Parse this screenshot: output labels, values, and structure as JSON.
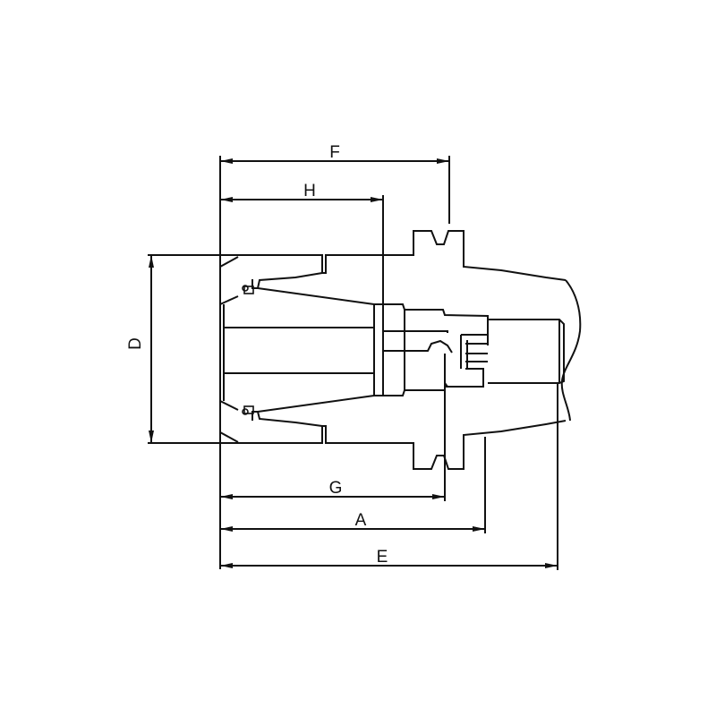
{
  "diagram": {
    "type": "technical-drawing",
    "subject": "tool holder cross-section with dimension callouts",
    "line_color": "#111111",
    "background": "#ffffff",
    "dimensions": {
      "F": "F",
      "H": "H",
      "D": "D",
      "G": "G",
      "A": "A",
      "E": "E"
    }
  }
}
